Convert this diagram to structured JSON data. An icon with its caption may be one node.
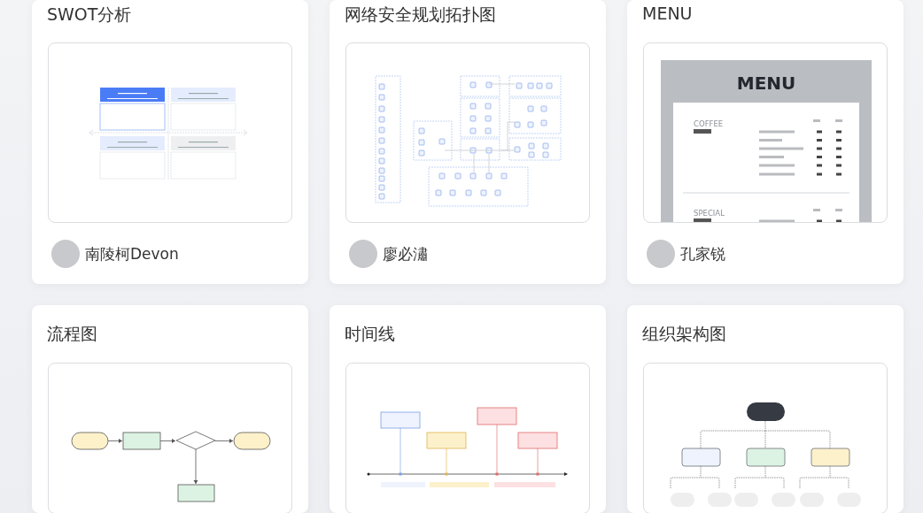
{
  "diagram": {
    "nodes": [
      {
        "text": [
          "SWOT分析",
          "南陵柯Devon"
        ]
      },
      {
        "text": [
          "网络安全规划拓扑图",
          "廖必潚"
        ]
      },
      {
        "text": [
          "MENU",
          "孔家锐"
        ]
      },
      {
        "text": [
          "流程图"
        ]
      },
      {
        "text": [
          "时间线"
        ]
      },
      {
        "text": [
          "组织架构图"
        ]
      }
    ],
    "labels": [
      "MENU",
      "COFFEE",
      "SPECIAL"
    ]
  }
}
